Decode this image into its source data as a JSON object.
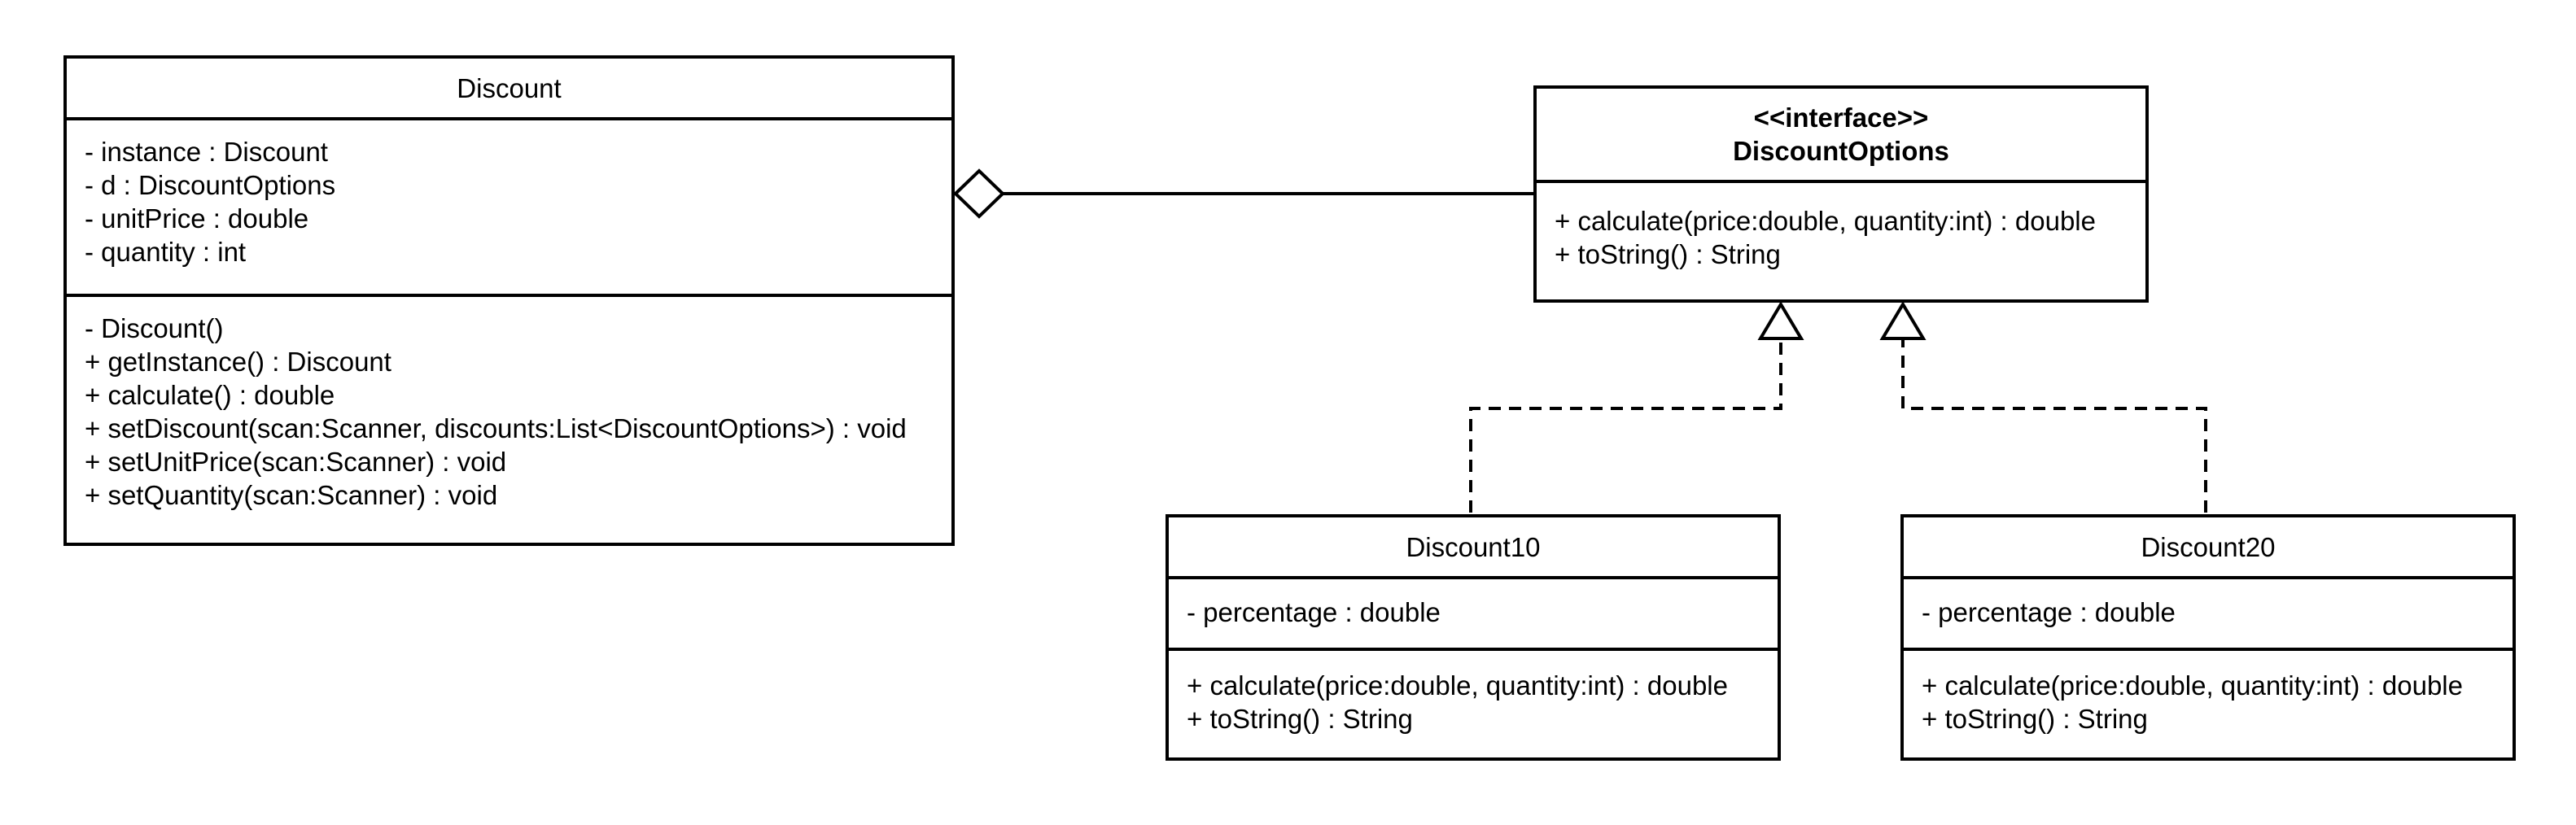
{
  "classes": {
    "discount": {
      "name": "Discount",
      "attributes": [
        "- instance : Discount",
        "- d : DiscountOptions",
        "- unitPrice : double",
        "- quantity : int"
      ],
      "operations": [
        "- Discount()",
        "+ getInstance() : Discount",
        "+ calculate() : double",
        "+ setDiscount(scan:Scanner, discounts:List<DiscountOptions>) : void",
        "+ setUnitPrice(scan:Scanner) : void",
        "+ setQuantity(scan:Scanner) : void"
      ]
    },
    "discount_options": {
      "stereotype": "<<interface>>",
      "name": "DiscountOptions",
      "operations": [
        "+ calculate(price:double, quantity:int) : double",
        "+ toString() : String"
      ]
    },
    "discount10": {
      "name": "Discount10",
      "attributes": [
        "- percentage : double"
      ],
      "operations": [
        "+ calculate(price:double, quantity:int) : double",
        "+ toString() : String"
      ]
    },
    "discount20": {
      "name": "Discount20",
      "attributes": [
        "- percentage : double"
      ],
      "operations": [
        "+ calculate(price:double, quantity:int) : double",
        "+ toString() : String"
      ]
    }
  },
  "relationships": [
    {
      "type": "aggregation",
      "whole": "Discount",
      "part": "DiscountOptions"
    },
    {
      "type": "realization",
      "from": "Discount10",
      "to": "DiscountOptions"
    },
    {
      "type": "realization",
      "from": "Discount20",
      "to": "DiscountOptions"
    }
  ],
  "colors": {
    "line": "#000000",
    "background": "#ffffff"
  }
}
